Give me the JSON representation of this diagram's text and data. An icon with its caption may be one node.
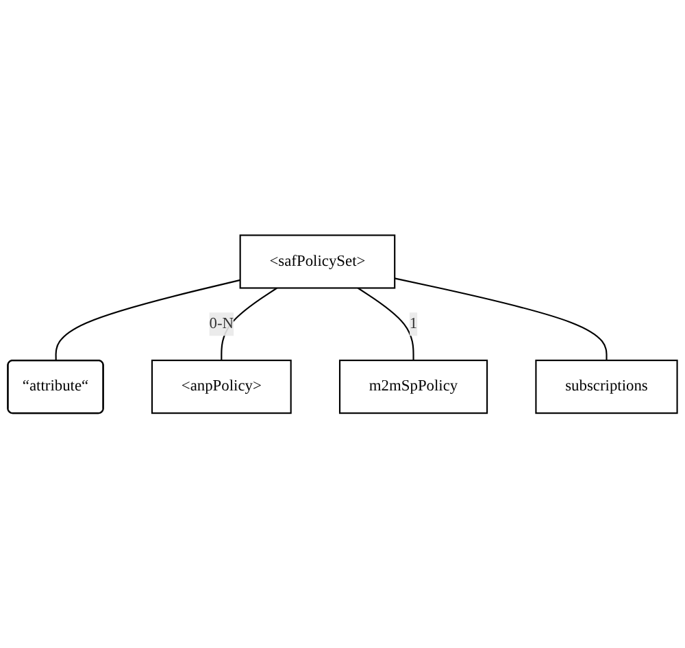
{
  "diagram": {
    "nodes": [
      {
        "text": [
          "<safPolicySet>"
        ]
      },
      {
        "text": [
          "“attribute“"
        ]
      },
      {
        "text": [
          "<anpPolicy>"
        ]
      },
      {
        "text": [
          "m2mSpPolicy"
        ]
      },
      {
        "text": [
          "subscriptions"
        ]
      }
    ],
    "edges": [
      {
        "from": 0,
        "to": 1,
        "arrow": "none"
      },
      {
        "from": 0,
        "to": 2,
        "arrow": "none",
        "label": "0-N"
      },
      {
        "from": 0,
        "to": 3,
        "arrow": "none",
        "label": "1"
      },
      {
        "from": 0,
        "to": 4,
        "arrow": "none"
      }
    ]
  }
}
